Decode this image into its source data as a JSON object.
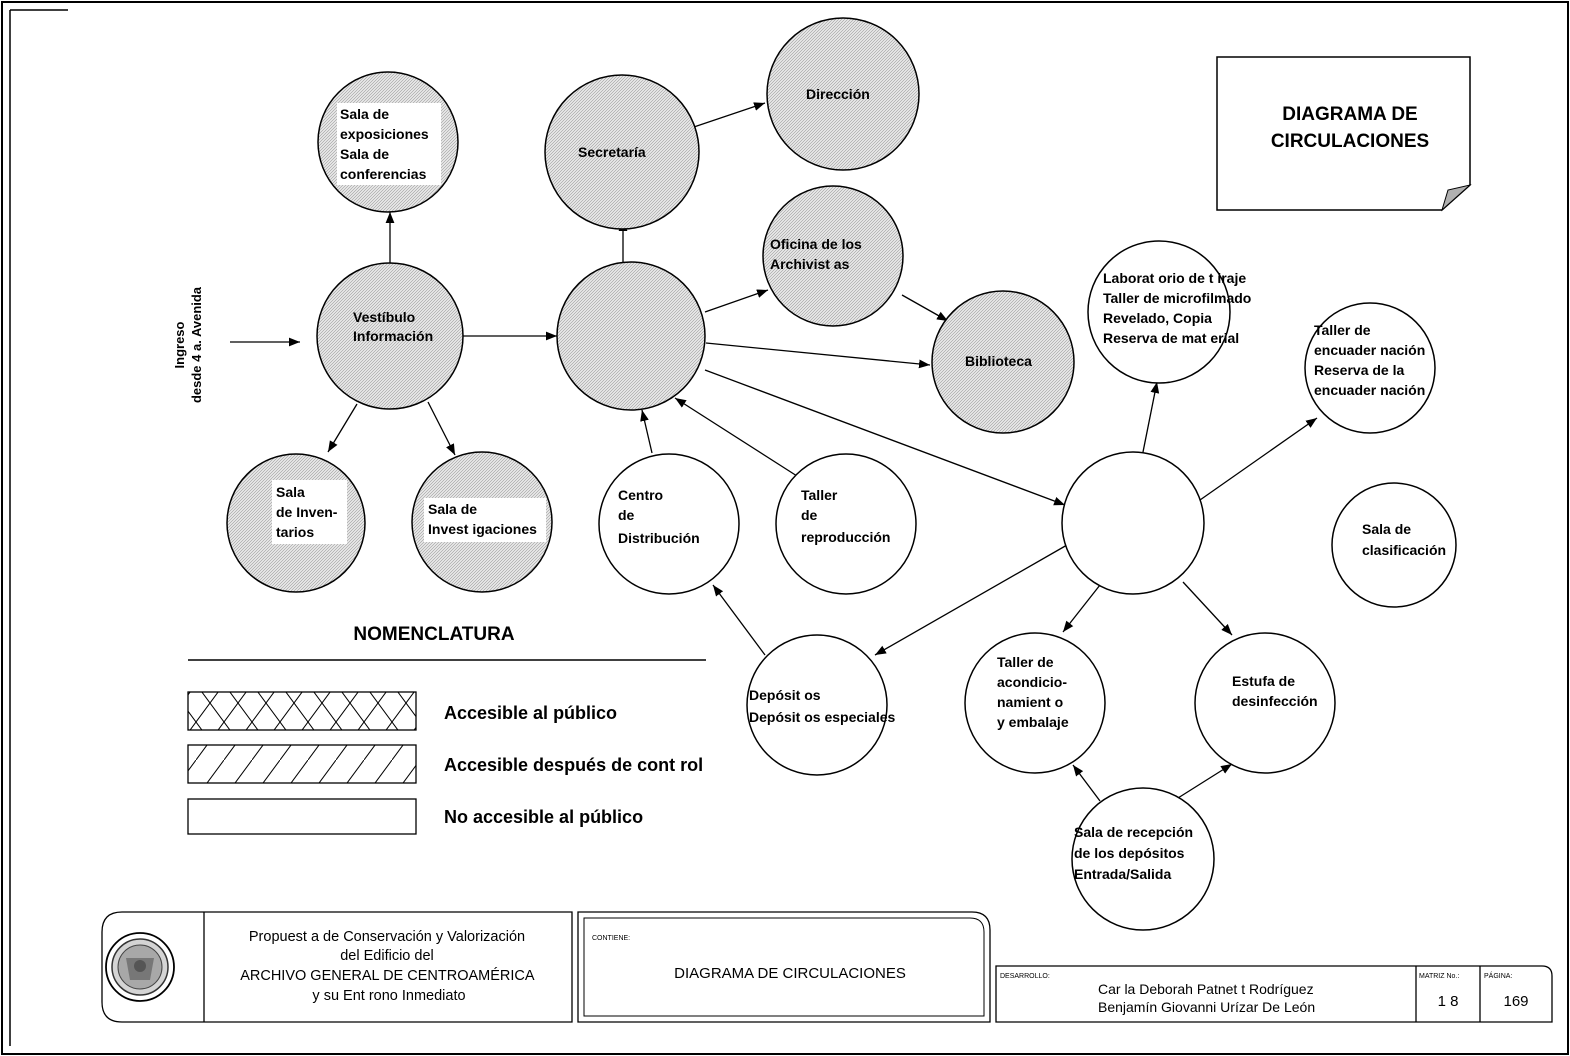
{
  "title": {
    "line1": "DIAGRAMA DE",
    "line2": "CIRCULACIONES"
  },
  "entry": {
    "line1": "Ingreso",
    "line2": "desde 4 a. Avenida"
  },
  "nodes": {
    "exposiciones": {
      "lines": [
        "Sala de",
        "exposiciones",
        "Sala de",
        "conferencias"
      ]
    },
    "secretaria": {
      "lines": [
        "Secretaría"
      ]
    },
    "direccion": {
      "lines": [
        "Dirección"
      ]
    },
    "oficina_archivistas": {
      "lines": [
        "Oficina de los",
        "Archivist as"
      ]
    },
    "vestibulo": {
      "lines": [
        "Vestíbulo",
        "Información"
      ]
    },
    "hub": {
      "lines": []
    },
    "biblioteca": {
      "lines": [
        "Biblioteca"
      ]
    },
    "laboratorio": {
      "lines": [
        "Laborat orio de t iraje",
        "Taller de microfilmado",
        "Revelado, Copia",
        "Reserva de mat erial"
      ]
    },
    "encuadernacion": {
      "lines": [
        "Taller de",
        "encuader nación",
        "Reserva de la",
        "encuader nación"
      ]
    },
    "inventarios": {
      "lines": [
        "Sala",
        "de Inven-",
        "tarios"
      ]
    },
    "investigaciones": {
      "lines": [
        "Sala de",
        "Invest igaciones"
      ]
    },
    "centro_distribucion": {
      "lines": [
        "Centro",
        "de",
        "Distribución"
      ]
    },
    "taller_reproduccion": {
      "lines": [
        "Taller",
        "de",
        "reproducción"
      ]
    },
    "hub2": {
      "lines": []
    },
    "clasificacion": {
      "lines": [
        "Sala de",
        "clasificación"
      ]
    },
    "depositos": {
      "lines": [
        "Depósit os",
        "Depósit os especiales"
      ]
    },
    "acondicionamiento": {
      "lines": [
        "Taller de",
        "acondicio-",
        "namient o",
        "y embalaje"
      ]
    },
    "desinfeccion": {
      "lines": [
        "Estufa de",
        "desinfección"
      ]
    },
    "recepcion": {
      "lines": [
        "Sala de recepción",
        "de los depósitos",
        "Entrada/Salida"
      ]
    }
  },
  "legend": {
    "heading": "NOMENCLATURA",
    "items": [
      {
        "pattern": "crosshatch",
        "label": "Accesible al público"
      },
      {
        "pattern": "diagonal",
        "label": "Accesible después de cont rol"
      },
      {
        "pattern": "none",
        "label": "No accesible al público"
      }
    ]
  },
  "footer": {
    "project": [
      "Propuest a de Conservación y Valorización",
      "del Edificio del",
      "ARCHIVO GENERAL DE CENTROAMÉRICA",
      "y su Ent rono Inmediato"
    ],
    "contains_label": "CONTIENE:",
    "contains_value": "DIAGRAMA DE CIRCULACIONES",
    "dev_label": "DESARROLLO:",
    "authors": [
      "Car la Deborah Patnet t Rodríguez",
      "Benjamín Giovanni Urízar De León"
    ],
    "matrix_label": "MATRIZ No.:",
    "matrix_value": "1 8",
    "page_label": "PÁGINA:",
    "page_value": "169"
  },
  "colors": {
    "public_fill": "#d0d0d0",
    "stroke": "#000000",
    "background": "#ffffff"
  }
}
